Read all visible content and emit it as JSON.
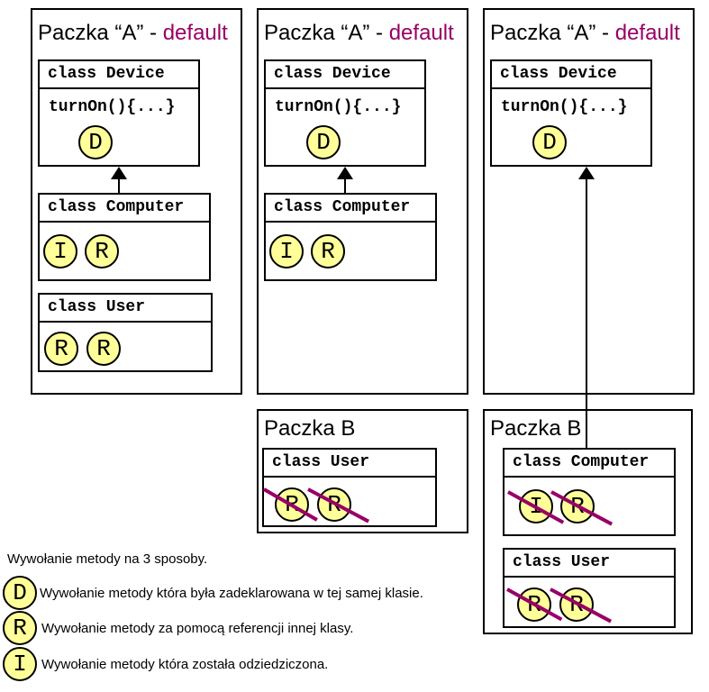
{
  "panels": [
    {
      "title": "Paczka “A” - ",
      "title_accent": "default",
      "device": {
        "name": "class Device",
        "method": "turnOn(){...}",
        "badges": [
          "D"
        ]
      },
      "computer": {
        "name": "class Computer",
        "badges": [
          "I",
          "R"
        ]
      },
      "user": {
        "name": "class User",
        "badges": [
          "R",
          "R"
        ]
      }
    },
    {
      "title": "Paczka “A” - ",
      "title_accent": "default",
      "device": {
        "name": "class Device",
        "method": "turnOn(){...}",
        "badges": [
          "D"
        ]
      },
      "computer": {
        "name": "class Computer",
        "badges": [
          "I",
          "R"
        ]
      },
      "package_b": {
        "title": "Paczka B",
        "user": {
          "name": "class User",
          "badges": [
            "R",
            "R"
          ],
          "crossed": true
        }
      }
    },
    {
      "title": "Paczka “A” - ",
      "title_accent": "default",
      "device": {
        "name": "class Device",
        "method": "turnOn(){...}",
        "badges": [
          "D"
        ]
      },
      "package_b": {
        "title": "Paczka B",
        "computer": {
          "name": "class Computer",
          "badges": [
            "I",
            "R"
          ],
          "crossed": true
        },
        "user": {
          "name": "class User",
          "badges": [
            "R",
            "R"
          ],
          "crossed": true
        }
      }
    }
  ],
  "legend": {
    "title": "Wywołanie metody na 3 sposoby.",
    "items": [
      {
        "badge": "D",
        "text": "Wywołanie metody która była zadeklarowana w tej samej klasie."
      },
      {
        "badge": "R",
        "text": "Wywołanie metody za pomocą referencji innej klasy."
      },
      {
        "badge": "I",
        "text": "Wywołanie metody która została odziedziczona."
      }
    ]
  },
  "colors": {
    "badge_fill": "#ffff99",
    "accent": "#990066",
    "line": "#000000"
  }
}
